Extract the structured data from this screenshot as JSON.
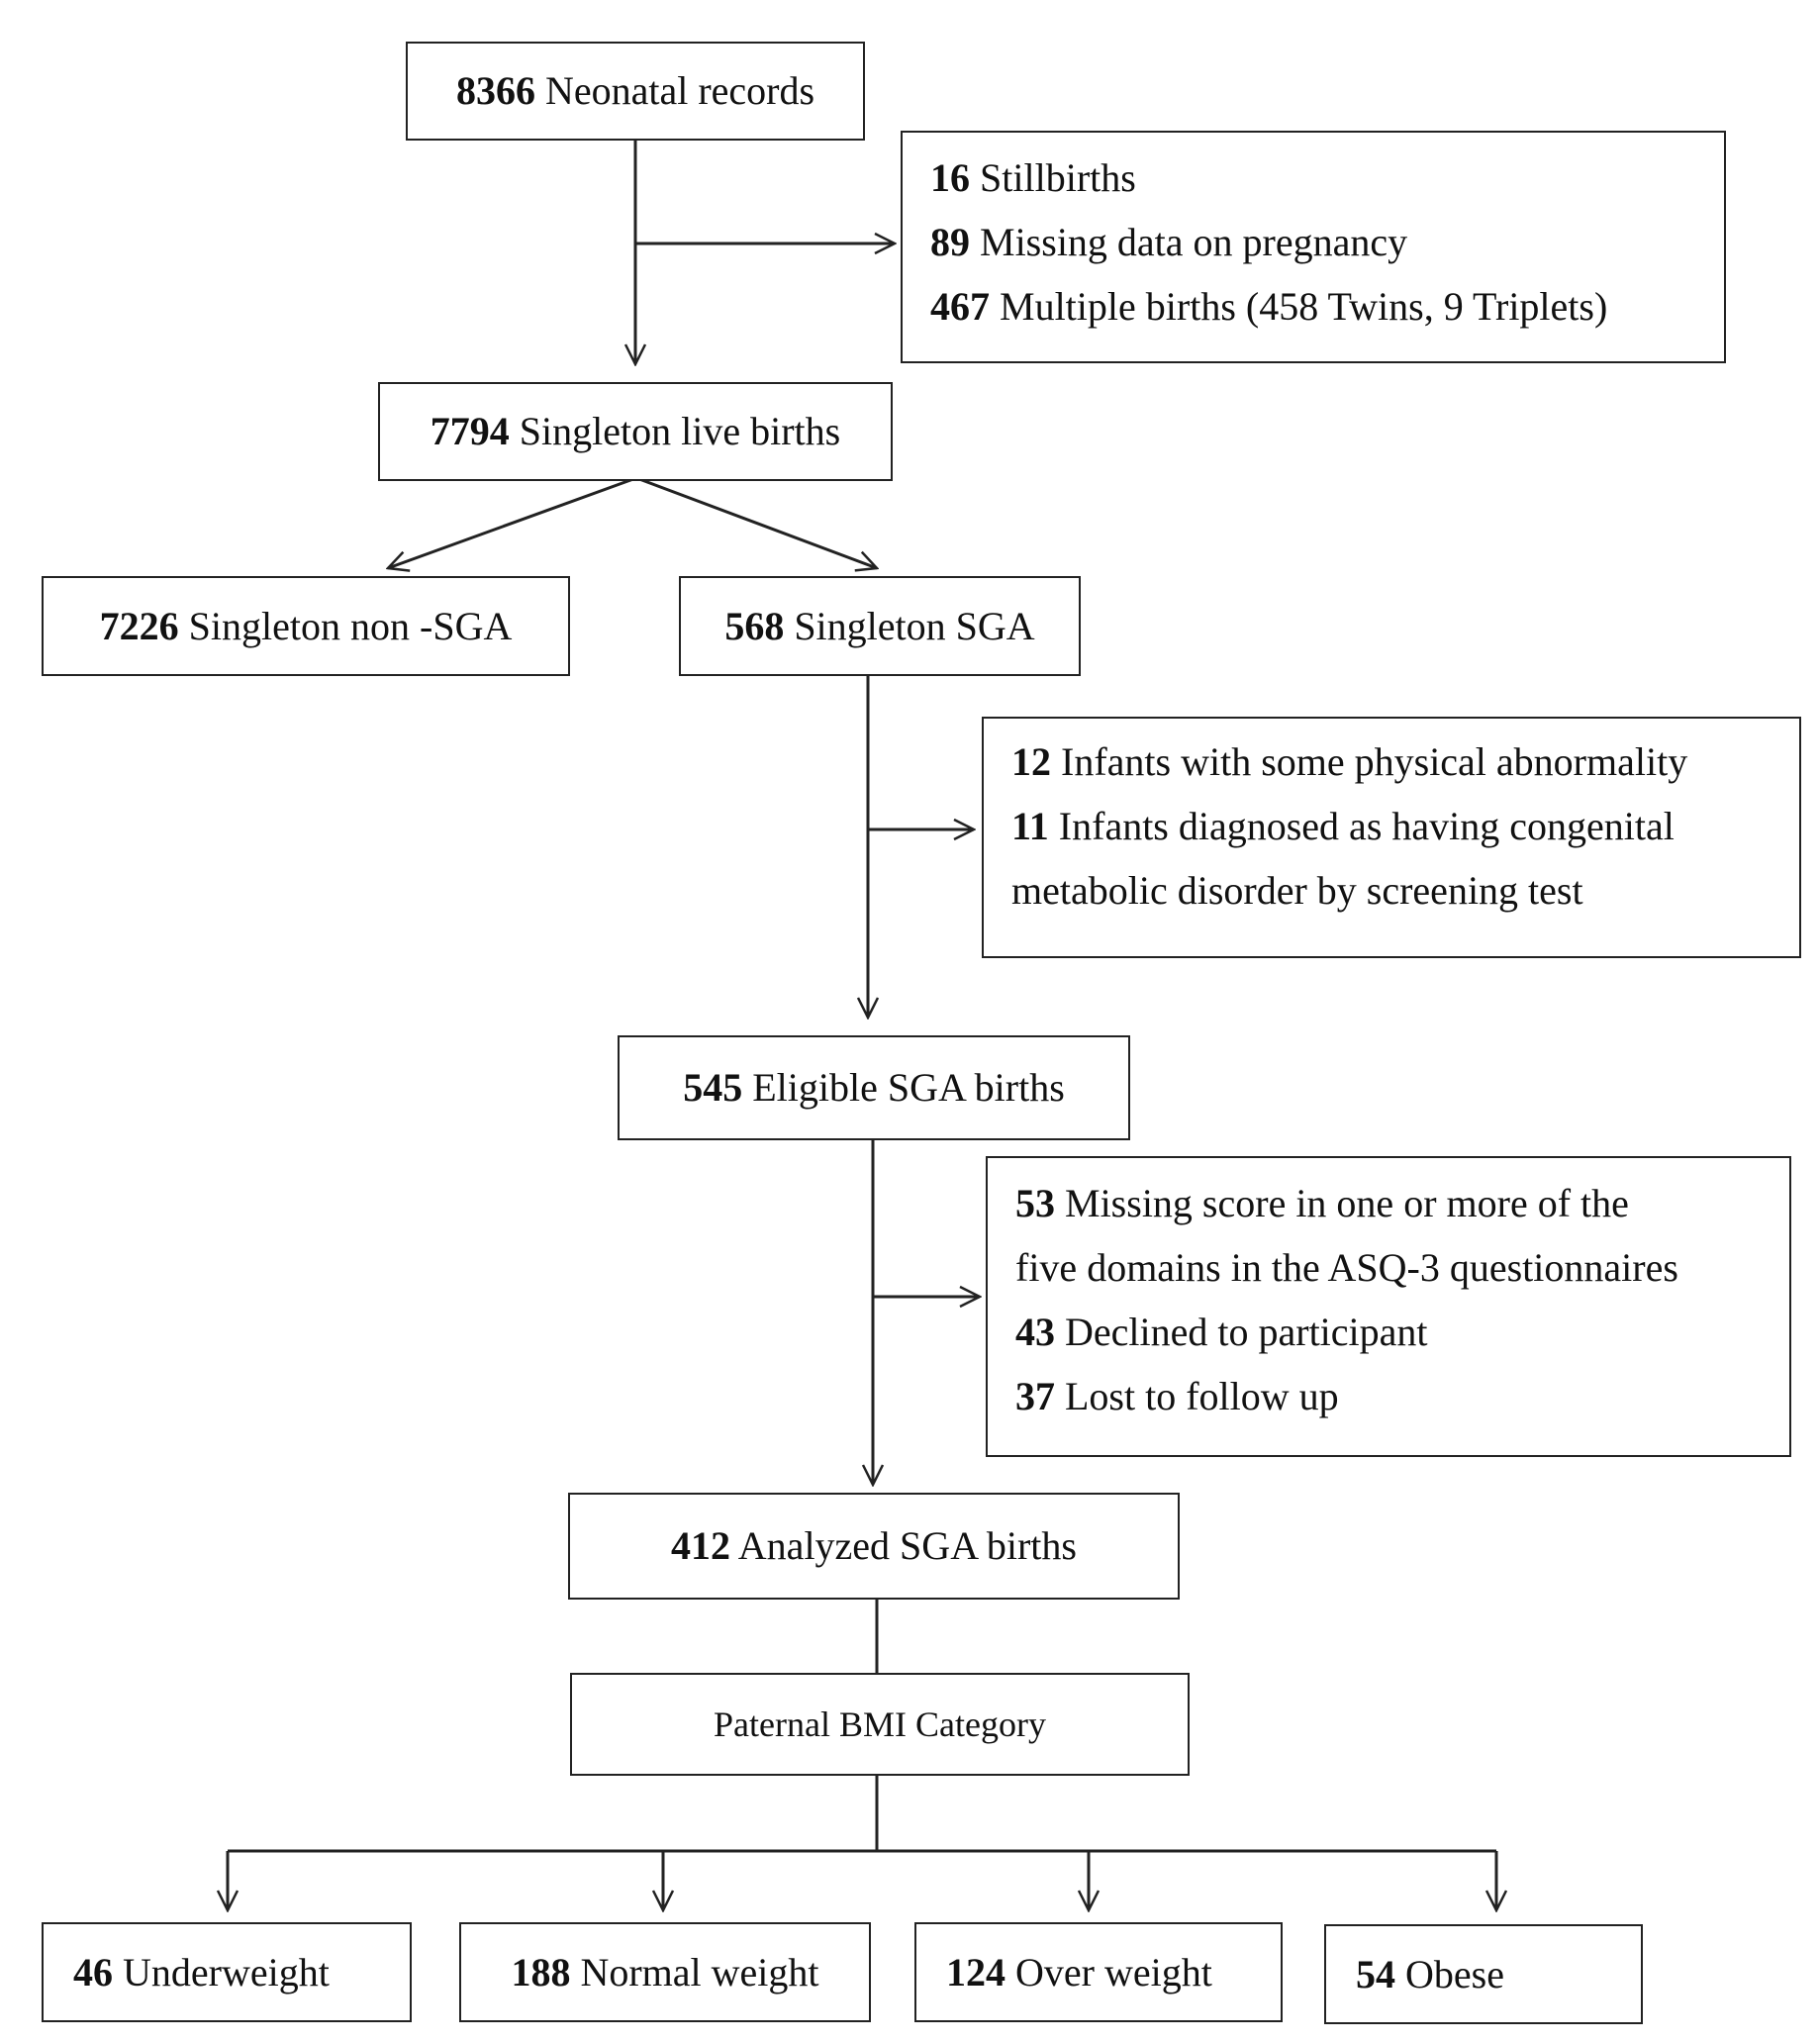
{
  "nodes": {
    "records": {
      "count": "8366",
      "label": "Neonatal records"
    },
    "excl1": [
      {
        "count": "16",
        "label": "Stillbirths"
      },
      {
        "count": "89",
        "label": "Missing data on pregnancy"
      },
      {
        "count": "467",
        "label": "Multiple births (458 Twins, 9 Triplets)"
      }
    ],
    "singleton": {
      "count": "7794",
      "label": "Singleton live births"
    },
    "non_sga": {
      "count": "7226",
      "label": "Singleton non -SGA"
    },
    "sga": {
      "count": "568",
      "label": "Singleton SGA"
    },
    "excl2": [
      {
        "count": "12",
        "label": "Infants with some physical abnormality"
      },
      {
        "count": "11",
        "label": "Infants diagnosed as having congenital"
      },
      {
        "count": "",
        "label": "metabolic disorder by screening test"
      }
    ],
    "eligible": {
      "count": "545",
      "label": "Eligible  SGA births"
    },
    "excl3": [
      {
        "count": "53",
        "label": "Missing score in one or more of the"
      },
      {
        "count": "",
        "label": "five domains in the ASQ-3 questionnaires"
      },
      {
        "count": "43",
        "label": "Declined to participant"
      },
      {
        "count": "37",
        "label": "Lost to follow up"
      }
    ],
    "analyzed": {
      "count": "412",
      "label": "Analyzed SGA births"
    },
    "bmi": {
      "label": "Paternal BMI Category"
    },
    "underweight": {
      "count": "46",
      "label": "Underweight"
    },
    "normal": {
      "count": "188",
      "label": "Normal weight"
    },
    "overweight": {
      "count": "124",
      "label": "Over weight"
    },
    "obese": {
      "count": "54",
      "label": "Obese"
    }
  }
}
